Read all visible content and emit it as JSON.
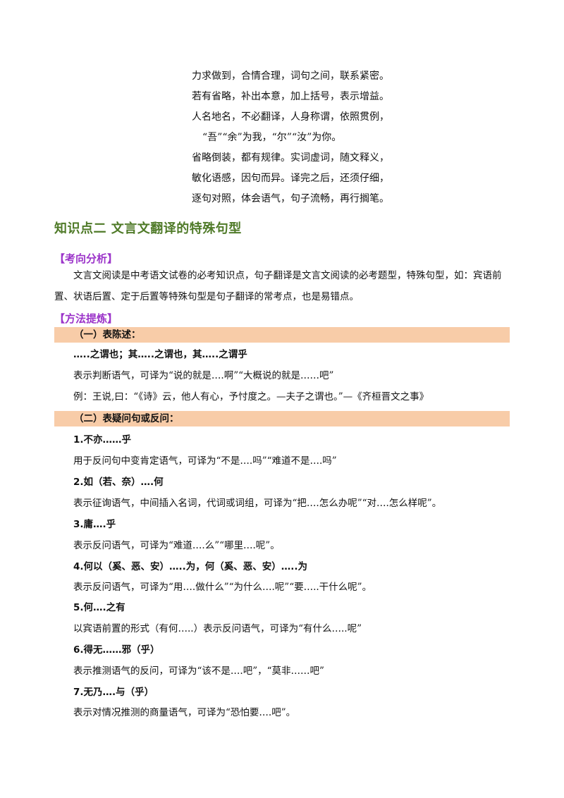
{
  "poem": [
    "力求做到，合情合理，词句之间，联系紧密。",
    "若有省略，补出本意，加上括号，表示增益。",
    "人名地名，不必翻译，人身称谓，依照贯例，",
    "“吾”“余”为我，“尔”“汝”为你。",
    "省略倒装，都有规律。实词虚词，随文释义，",
    "敏化语感，因句而异。译完之后，还须仔细，",
    "逐句对照，体会语气，句子流畅，再行搁笔。"
  ],
  "section_title": "知识点二  文言文翻译的特殊句型",
  "analysis": {
    "heading": "【考向分析】",
    "paragraph": "文言文阅读是中考语文试卷的必考知识点，句子翻译是文言文阅读的必考题型，特殊句型，如：宾语前置、状语后置、定于后置等特殊句型是句子翻译的常考点，也是易错点。"
  },
  "method": {
    "heading": "【方法提炼】"
  },
  "part1": {
    "band": "（一）表陈述：",
    "pattern": "…..之谓也；其…..之谓也，其…..之谓乎",
    "meaning": "表示判断语气，可译为“说的就是….啊”“大概说的就是……吧”",
    "example": "例：王说,曰：“《诗》云，他人有心，予忖度之。—夫子之谓也。”—《齐桓晋文之事》"
  },
  "part2": {
    "band": "（二）表疑问句或反问：",
    "items": [
      {
        "pattern": "1.不亦……乎",
        "meaning": "用于反问句中变肯定语气，可译为“不是….吗”“难道不是….吗”"
      },
      {
        "pattern": "2.如（若、奈）….何",
        "meaning": "表示征询语气，中间插入名词，代词或词组，可译为“把….怎么办呢”“对….怎么样呢”。"
      },
      {
        "pattern": "3.庸….乎",
        "meaning": "表示反问语气，可译为“难道….么”“哪里….呢”。"
      },
      {
        "pattern": "4.何以（奚、恶、安）…..为，何（奚、恶、安）…..为",
        "meaning": "表示反问语气，可译为“用….做什么”“为什么….呢”“要…..干什么呢”。"
      },
      {
        "pattern": "5.何….之有",
        "meaning": "以宾语前置的形式（有何…..）表示反问语气，可译为“有什么…..呢”"
      },
      {
        "pattern": "6.得无……邪（乎）",
        "meaning": "表示推测语气的反问，可译为“该不是….吧”，“莫非……吧”"
      },
      {
        "pattern": "7.无乃….与（乎）",
        "meaning": "表示对情况推测的商量语气，可译为“恐怕要….吧”。"
      }
    ]
  }
}
